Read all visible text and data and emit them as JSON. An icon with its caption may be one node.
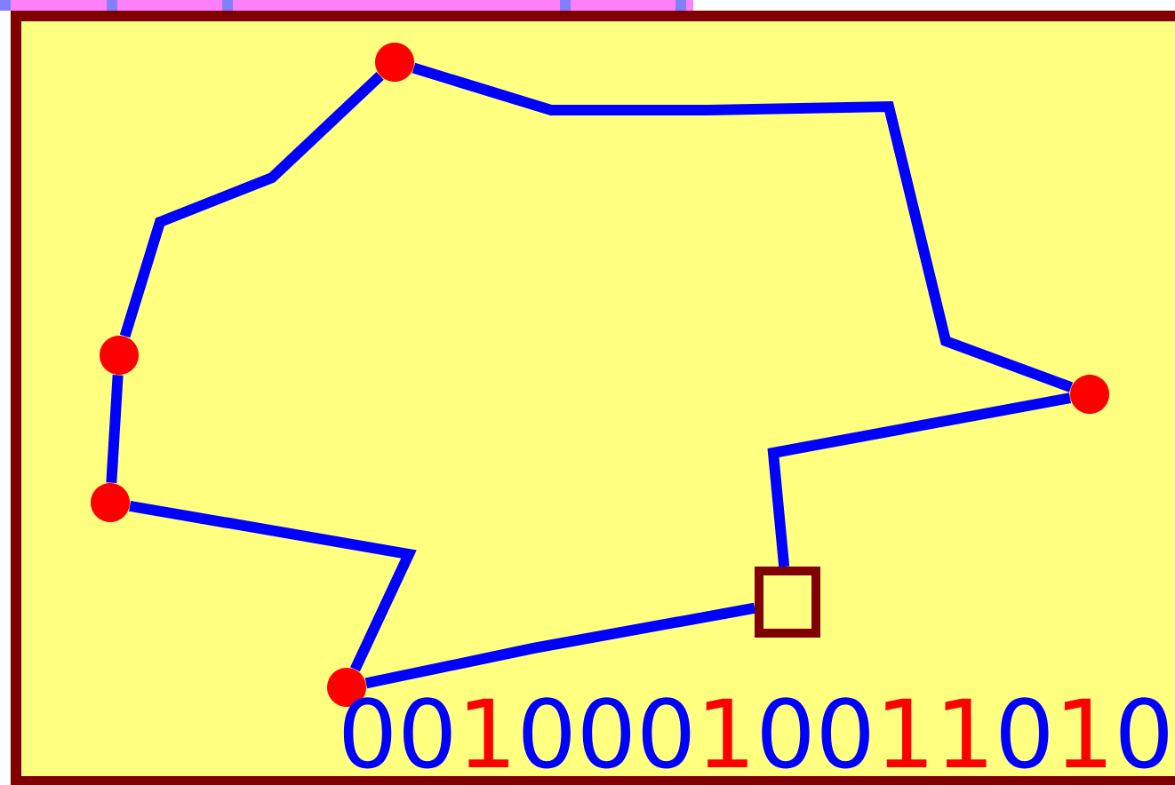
{
  "diagram": {
    "nodes": [
      {
        "text": [],
        "shape": "circle"
      },
      {
        "text": [],
        "shape": "circle"
      },
      {
        "text": [],
        "shape": "box"
      },
      {
        "text": [],
        "shape": "circle"
      },
      {
        "text": [],
        "shape": "circle"
      },
      {
        "text": [],
        "shape": "circle"
      }
    ],
    "edges": [
      {
        "from": 0,
        "to": 1,
        "arrow": "none"
      },
      {
        "from": 1,
        "to": 2,
        "arrow": "none"
      },
      {
        "from": 2,
        "to": 3,
        "arrow": "none"
      },
      {
        "from": 3,
        "to": 4,
        "arrow": "none"
      },
      {
        "from": 4,
        "to": 5,
        "arrow": "none"
      },
      {
        "from": 5,
        "to": 0,
        "arrow": "none"
      }
    ],
    "labels": [
      "0",
      "0",
      "1",
      "0",
      "0",
      "0",
      "1",
      "0",
      "0",
      "1",
      "1",
      "0",
      "1",
      "0"
    ]
  }
}
